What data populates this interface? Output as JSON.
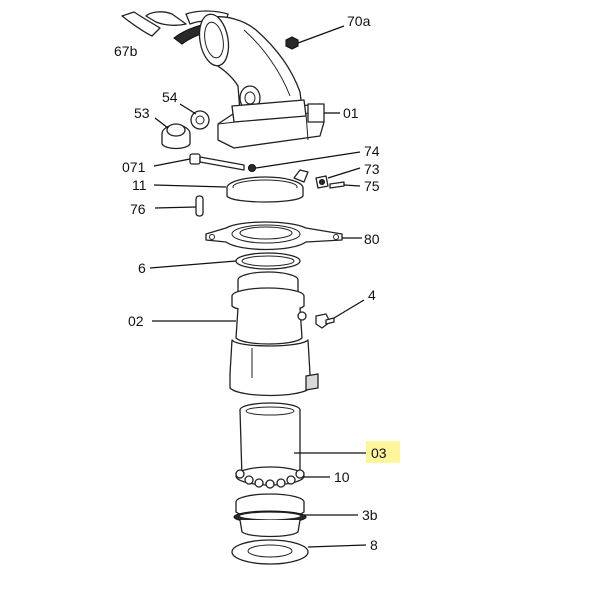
{
  "diagram": {
    "callouts": {
      "c70a": "70a",
      "c67b": "67b",
      "c01": "01",
      "c53": "53",
      "c54": "54",
      "c74": "74",
      "c071": "071",
      "c73": "73",
      "c11": "11",
      "c75": "75",
      "c76": "76",
      "c80": "80",
      "c6": "6",
      "c4": "4",
      "c02": "02",
      "c03": "03",
      "c10": "10",
      "c3b": "3b",
      "c8": "8"
    },
    "highlighted_callout": "03",
    "highlight_color": "#fff59a"
  }
}
